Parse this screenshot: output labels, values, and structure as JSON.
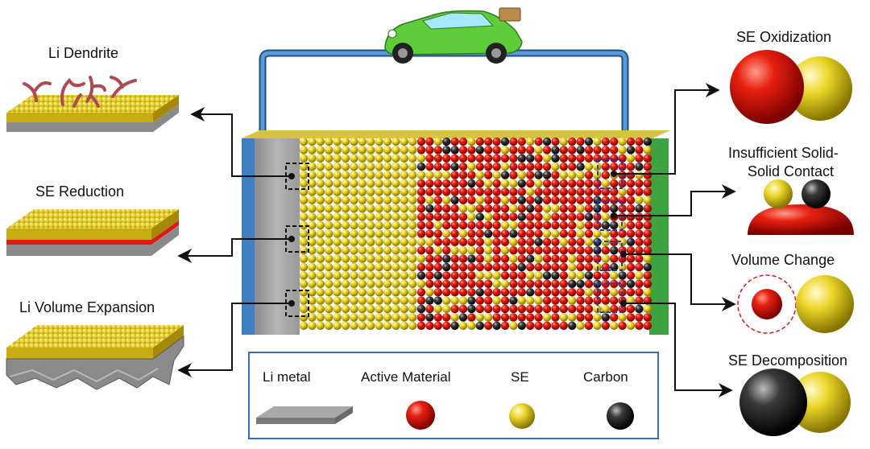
{
  "left_panels": [
    {
      "title": "Li Dendrite"
    },
    {
      "title": "SE Reduction"
    },
    {
      "title": "Li Volume Expansion"
    }
  ],
  "right_panels": [
    {
      "title": "SE Oxidization"
    },
    {
      "title_line1": "Insufficient Solid-",
      "title_line2": "Solid Contact"
    },
    {
      "title": "Volume Change"
    },
    {
      "title": "SE Decomposition"
    }
  ],
  "legend": {
    "items": [
      {
        "label": "Li metal"
      },
      {
        "label": "Active Material"
      },
      {
        "label": "SE"
      },
      {
        "label": "Carbon"
      }
    ]
  },
  "colors": {
    "li_metal": "#9a9a9a",
    "active_material": "#e01010",
    "se": "#e6d21c",
    "carbon": "#1a1a1a",
    "current_collector_left": "#3d7fc1",
    "current_collector_right": "#3ea33e",
    "wire": "#4f8fcf",
    "car": "#5fcc3a",
    "legend_border": "#3e6aa8",
    "highlight_box": "#3344aa"
  }
}
